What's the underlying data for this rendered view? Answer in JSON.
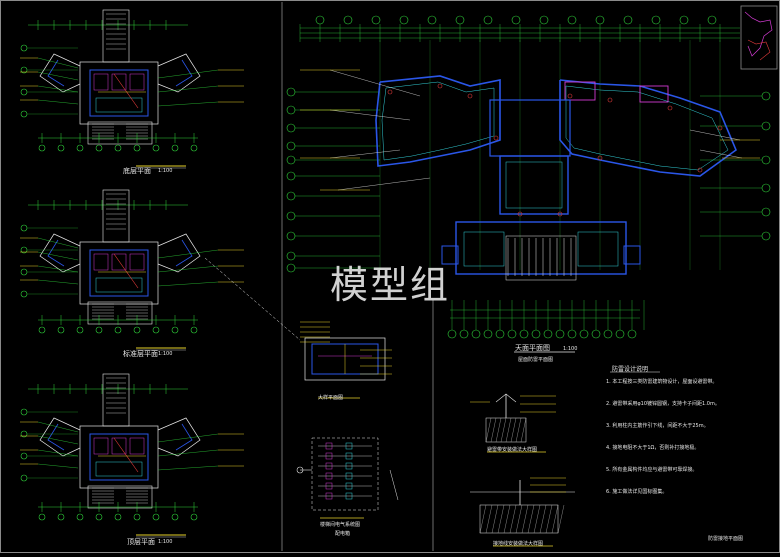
{
  "watermark": "模型组",
  "plans": {
    "plan1_title": "底层平面",
    "plan2_title": "标准层平面",
    "plan3_title": "顶层平面",
    "scale": "1:100"
  },
  "roof": {
    "title": "天面平面图",
    "subtitle": "屋面防雷平面图",
    "scale": "1:100"
  },
  "detail": {
    "box_title": "大样平面图",
    "system_title": "楼梯间电气系统图",
    "system_sub": "配电箱"
  },
  "section": {
    "title1": "避雷带安装做法大样图",
    "title2": "接地线安装做法大样图"
  },
  "notes": {
    "title": "防雷设计说明",
    "items": [
      "1. 本工程按三类防雷建筑物设计，屋面设避雷带。",
      "2. 避雷带采用φ10镀锌圆钢，支持卡子间距1.0m。",
      "3. 利用柱内主筋作引下线，间距不大于25m。",
      "4. 接地电阻不大于1Ω，否则补打接地极。",
      "5. 所有金属构件均应与避雷带可靠焊接。",
      "6. 施工做法详见国标图集。"
    ],
    "footer": "防雷接地平面图"
  },
  "colors": {
    "wall_blue": "#2a56e8",
    "dim_green": "#2fd33a",
    "axis_white": "#e6e6e6",
    "accent_magenta": "#d23bd2",
    "accent_cyan": "#32d0d8",
    "accent_red": "#e23a3a",
    "accent_yellow": "#e6d22a"
  }
}
